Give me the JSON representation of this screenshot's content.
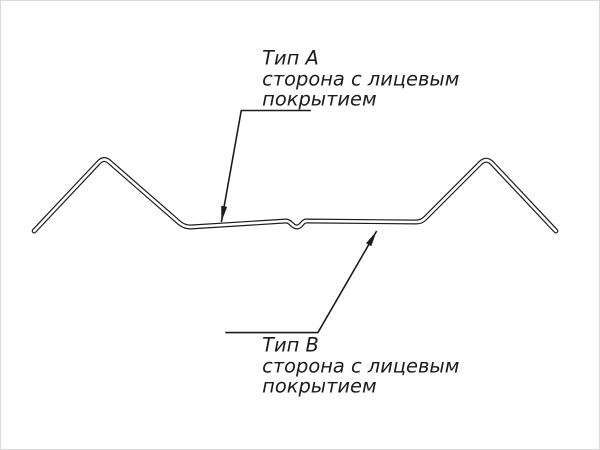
{
  "diagram": {
    "description": "profile-cross-section",
    "type_a_label": {
      "title": "Тип А",
      "line2": "сторона с лицевым",
      "line3": "покрытием"
    },
    "type_b_label": {
      "title": "Тип В",
      "line2": "сторона с лицевым",
      "line3": "покрытием"
    }
  },
  "colors": {
    "line": "#1c1c1c",
    "background": "#ffffff"
  }
}
